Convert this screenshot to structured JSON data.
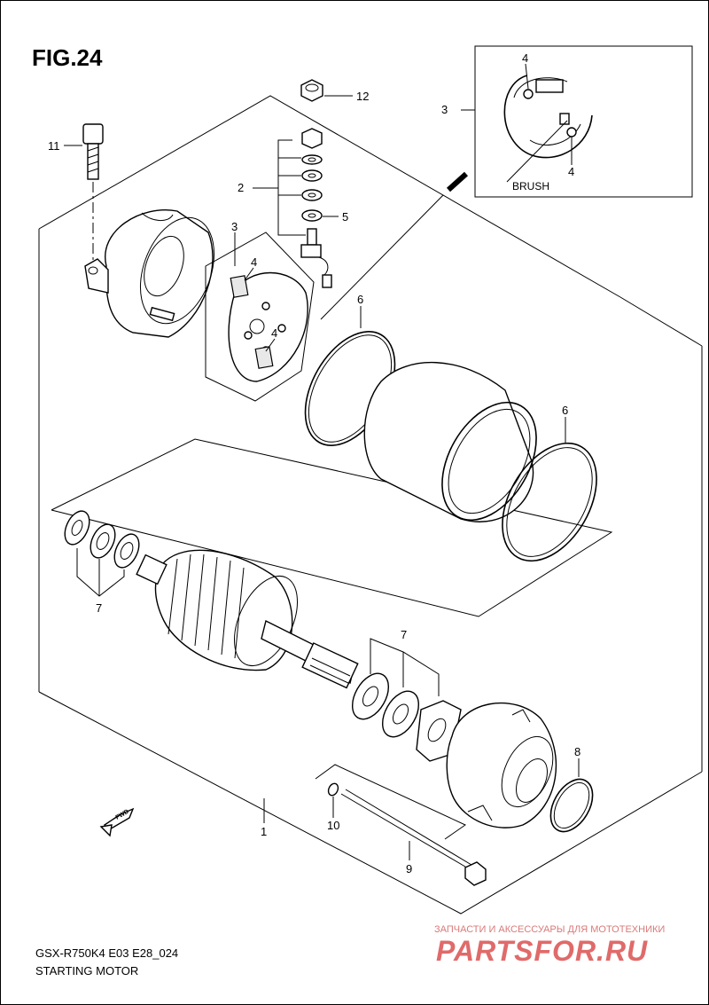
{
  "figure": {
    "title": "FIG.24"
  },
  "callouts": {
    "c1": "1",
    "c2": "2",
    "c3a": "3",
    "c3b": "3",
    "c4a": "4",
    "c4b": "4",
    "c4c": "4",
    "c4d": "4",
    "c5": "5",
    "c6a": "6",
    "c6b": "6",
    "c7a": "7",
    "c7b": "7",
    "c8": "8",
    "c9": "9",
    "c10": "10",
    "c11": "11",
    "c12": "12"
  },
  "inset": {
    "brush_label": "BRUSH"
  },
  "fwd_label": "FWD",
  "footer": {
    "model": "GSX-R750K4 E03 E28_024",
    "section": "STARTING MOTOR"
  },
  "watermark": {
    "tagline": "ЗАПЧАСТИ И АКСЕССУАРЫ ДЛЯ МОТОТЕХНИКИ",
    "brand": "PARTSFOR.RU"
  },
  "colors": {
    "line": "#000000",
    "background": "#ffffff",
    "watermark": "#e06a6a"
  }
}
